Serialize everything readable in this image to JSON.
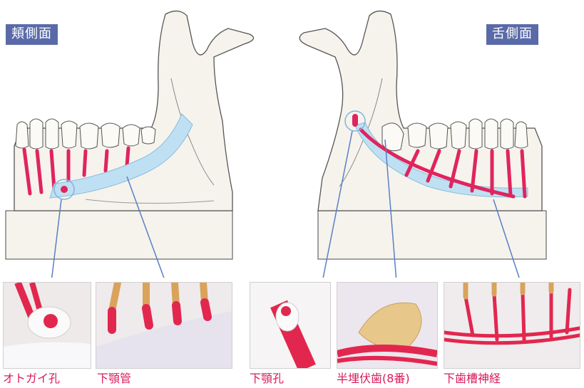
{
  "labels": {
    "buccal": "頬側面",
    "lingual": "舌側面"
  },
  "captions": [
    "オトガイ孔",
    "下顎管",
    "下顎孔",
    "半埋伏歯(8番)",
    "下歯槽神経"
  ],
  "colors": {
    "badge": "#5a6aa8",
    "caption": "#d81b5a",
    "nerve": "#e0245e",
    "canal": "#bfe0f3",
    "bone": "#f6f3ec",
    "leader": "#5a7fc6"
  }
}
